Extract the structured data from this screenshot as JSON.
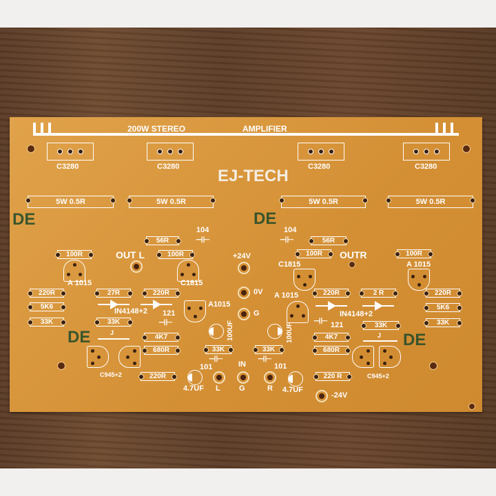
{
  "board": {
    "title_left": "200W STEREO",
    "title_right": "AMPLIFIER",
    "brand": "EJ-TECH",
    "marker": "DE",
    "power_transistors": [
      "C3280",
      "C3280",
      "C3280",
      "C3280"
    ],
    "power_resistors": [
      "5W 0.5R",
      "5W 0.5R",
      "5W 0.5R",
      "5W 0.5R"
    ],
    "left": {
      "cap_104": "104",
      "r_56": "56R",
      "r_100a": "100R",
      "out": "OUT L",
      "r_100b": "100R",
      "q_a1015": "A 1015",
      "q_c1815": "C1815",
      "r_220a": "220R",
      "r_27": "27R",
      "r_220b": "220R",
      "r_5k6": "5K6",
      "diode_label": "IN4148+2",
      "q_a1015b": "A1015",
      "r_33ka": "33K",
      "r_33kb": "33K",
      "cap_121": "121",
      "cap_100uf": "100UF",
      "jumper": "J",
      "r_4k7": "4K7",
      "r_680": "680R",
      "q_c945": "C945+2",
      "r_33kc": "33K",
      "cap_101": "101",
      "r_220c": "220R",
      "cap_4u7": "4.7UF",
      "in_l": "L"
    },
    "center": {
      "v_pos": "+24V",
      "v_zero": "0V",
      "gnd": "G",
      "in": "IN",
      "in_g": "G",
      "v_neg": "-24V"
    },
    "right": {
      "cap_104": "104",
      "r_56": "56R",
      "r_100a": "100R",
      "out": "OUTR",
      "r_100b": "100R",
      "q_c1815": "C1815",
      "q_a1015": "A 1015",
      "q_a1015b": "A 1015",
      "r_220a": "220R",
      "r_2": "2 R",
      "r_220b": "220R",
      "diode_label": "IN4148+2",
      "r_5k6": "5K6",
      "r_33ka": "33K",
      "cap_121": "121",
      "cap_100uf": "100UF",
      "r_33kb": "33K",
      "jumper": "J",
      "r_4k7": "4K7",
      "r_680": "680R",
      "q_c945": "C945+2",
      "r_33kc": "33K",
      "cap_101": "101",
      "r_220c": "220 R",
      "cap_4u7": "4.7UF",
      "in_r": "R"
    }
  }
}
